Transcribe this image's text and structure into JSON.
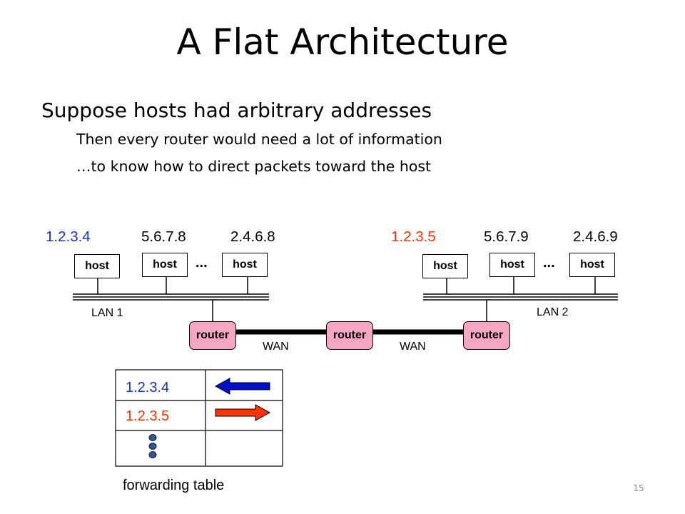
{
  "slide": {
    "title": "A Flat Architecture",
    "bullets": {
      "main": "Suppose hosts had arbitrary addresses",
      "sub": [
        "Then every router would need a lot of information",
        "…to know how to direct packets toward the host"
      ]
    },
    "page_number": "15"
  },
  "colors": {
    "blue_address": "#1533c8",
    "red_address": "#ff3300",
    "router_fill": "#f4a6c4",
    "arrow_left": "#0010cc",
    "arrow_right": "#ff3300",
    "dots": "#2f5597"
  },
  "diagram": {
    "lan1": {
      "label": "LAN 1",
      "ellipsis": "...",
      "hosts": [
        {
          "address": "1.2.3.4",
          "label": "host"
        },
        {
          "address": "5.6.7.8",
          "label": "host"
        },
        {
          "address": "2.4.6.8",
          "label": "host"
        }
      ]
    },
    "lan2": {
      "label": "LAN 2",
      "ellipsis": "...",
      "hosts": [
        {
          "address": "1.2.3.5",
          "label": "host"
        },
        {
          "address": "5.6.7.9",
          "label": "host"
        },
        {
          "address": "2.4.6.9",
          "label": "host"
        }
      ]
    },
    "routers": [
      "router",
      "router",
      "router"
    ],
    "wan_links": [
      "WAN",
      "WAN"
    ]
  },
  "forwarding_table": {
    "caption": "forwarding table",
    "entries": [
      {
        "address": "1.2.3.4",
        "direction": "left-arrow-icon"
      },
      {
        "address": "1.2.3.5",
        "direction": "right-arrow-icon"
      }
    ],
    "more_rows_icon": "vertical-ellipsis-icon"
  }
}
